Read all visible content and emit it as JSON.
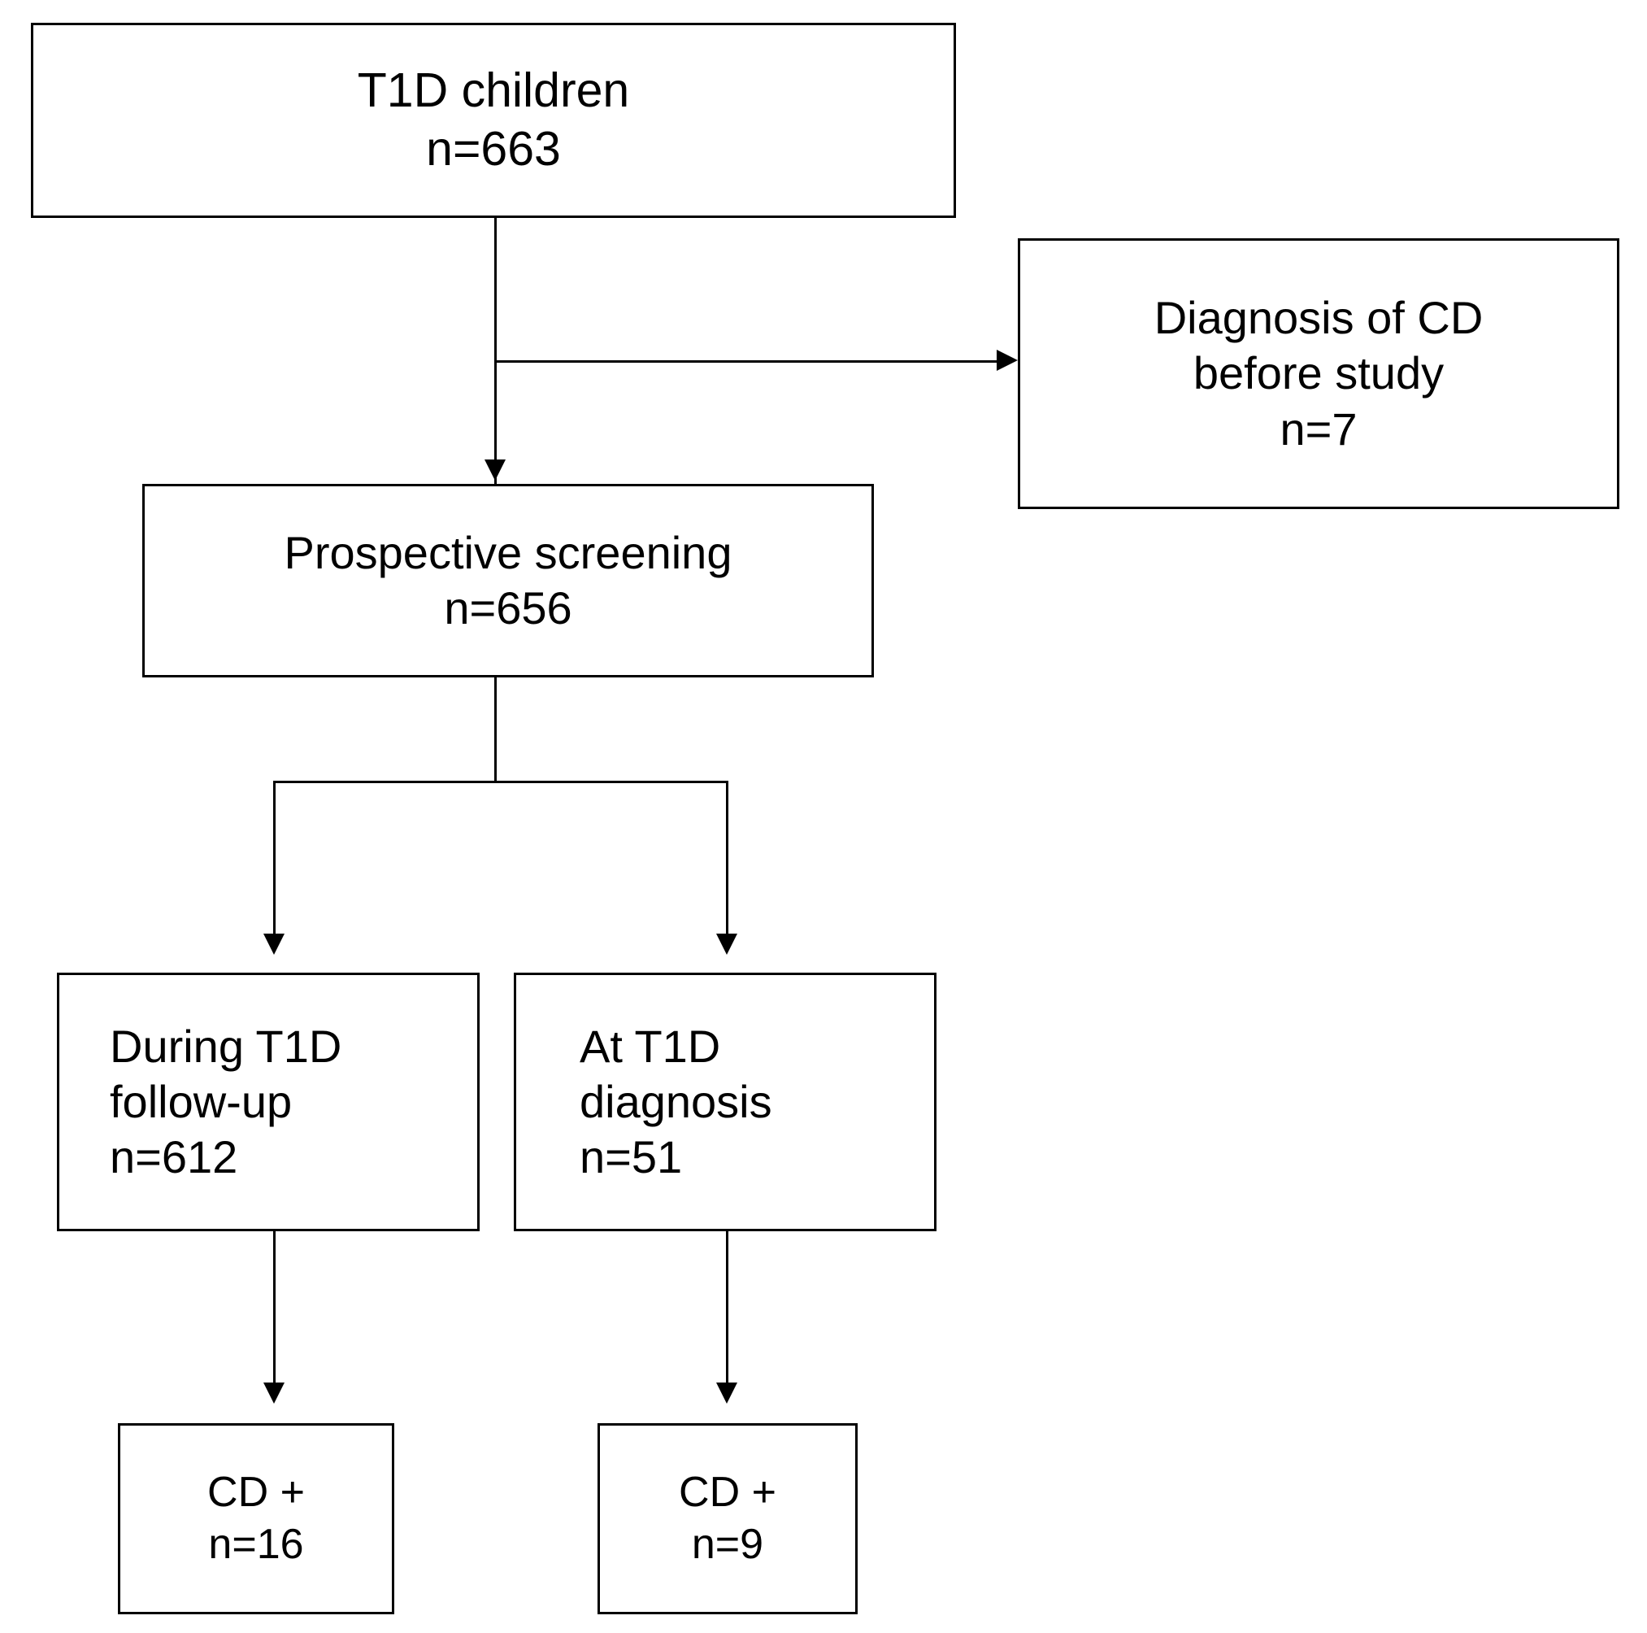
{
  "diagram": {
    "type": "flowchart",
    "title": "",
    "nodes": [
      {
        "id": "t1d-children",
        "line1": "T1D children",
        "line2": "n=663"
      },
      {
        "id": "cd-before-study",
        "line1": "Diagnosis of CD",
        "line2": "before study",
        "line3": "n=7"
      },
      {
        "id": "prospective-screening",
        "line1": "Prospective screening",
        "line2": "n=656"
      },
      {
        "id": "during-followup",
        "line1": "During T1D",
        "line2": "follow-up",
        "line3": "n=612"
      },
      {
        "id": "at-diagnosis",
        "line1": "At T1D",
        "line2": "diagnosis",
        "line3": "n=51"
      },
      {
        "id": "cd-plus-followup",
        "line1": "CD +",
        "line2": "n=16"
      },
      {
        "id": "cd-plus-diagnosis",
        "line1": "CD +",
        "line2": "n=9"
      }
    ],
    "colors": {
      "stroke": "#000000",
      "fill": "#ffffff",
      "text": "#000000"
    }
  }
}
